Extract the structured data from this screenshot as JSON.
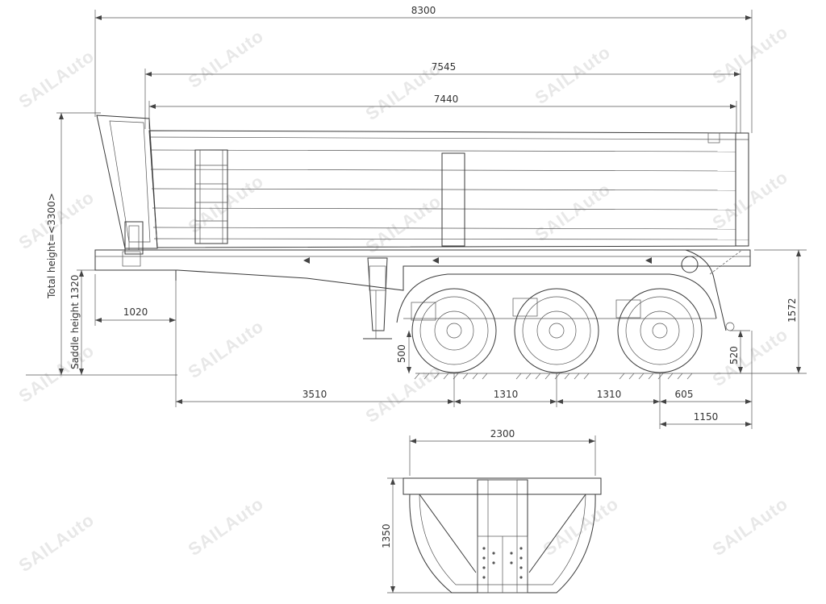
{
  "brand": {
    "watermark": "SAILAuto"
  },
  "dimensions": {
    "overall_length": "8300",
    "body_length_outer": "7545",
    "body_length_inner": "7440",
    "total_height_label": "Total height=<3300>",
    "saddle_height_label": "Saddle height 1320",
    "front_overhang": "1020",
    "kingpin_to_axle": "3510",
    "axle_spacing_1": "1310",
    "axle_spacing_2": "1310",
    "rear_axle_to_end": "605",
    "rear_overhang": "1150",
    "wheel_center_height": "500",
    "rear_ground_clearance": "520",
    "platform_height": "1572",
    "width": "2300",
    "body_height": "1350"
  }
}
